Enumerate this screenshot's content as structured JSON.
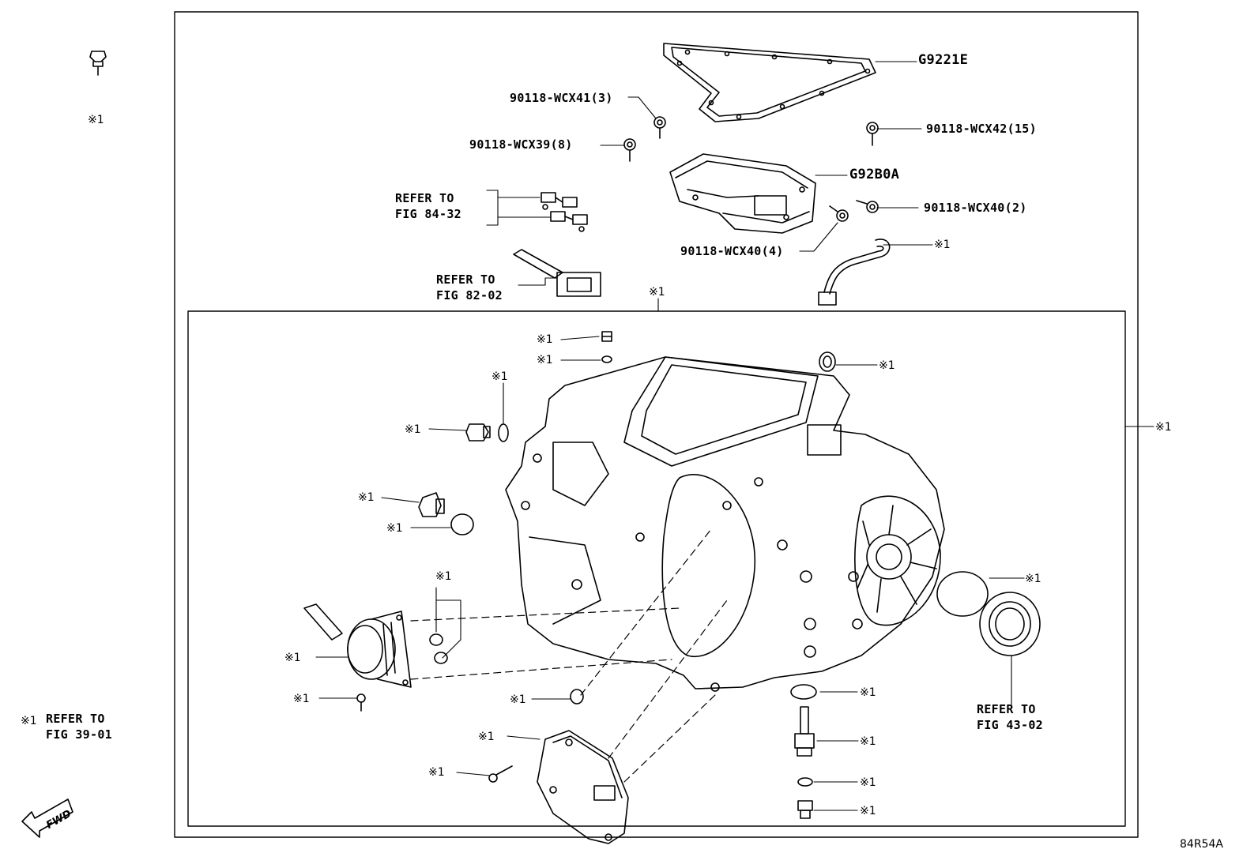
{
  "parts": {
    "gasket": "G9221E",
    "valve_body": "G92B0A",
    "bolt_41": "90118-WCX41(3)",
    "bolt_39": "90118-WCX39(8)",
    "bolt_42": "90118-WCX42(15)",
    "bolt_40a": "90118-WCX40(2)",
    "bolt_40b": "90118-WCX40(4)"
  },
  "marker": "※1",
  "refs": {
    "fig_84_32": [
      "REFER TO",
      "FIG 84-32"
    ],
    "fig_82_02": [
      "REFER TO",
      "FIG 82-02"
    ],
    "fig_43_02": [
      "REFER TO",
      "FIG 43-02"
    ]
  },
  "legend": {
    "marker": "※1",
    "line1": "REFER TO",
    "line2": "FIG 39-01"
  },
  "fwd": "FWD",
  "figure_code": "84R54A"
}
